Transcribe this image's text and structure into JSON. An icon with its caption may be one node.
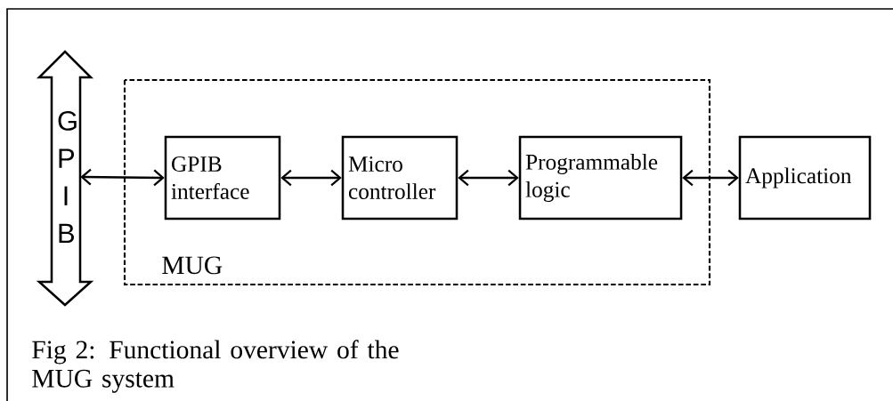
{
  "diagram": {
    "caption": "Fig 2: Functional overview of the MUG system",
    "nodes": [
      {
        "text": [
          "G P I B"
        ]
      },
      {
        "text": [
          "MUG"
        ]
      },
      {
        "text": [
          "GPIB interface"
        ],
        "in": 1
      },
      {
        "text": [
          "Micro controller"
        ],
        "in": 1
      },
      {
        "text": [
          "Programmable logic"
        ],
        "in": 1
      },
      {
        "text": [
          "Application"
        ]
      }
    ],
    "edges": [
      {
        "from": 0,
        "to": 2,
        "arrow": "both"
      },
      {
        "from": 2,
        "to": 3,
        "arrow": "both"
      },
      {
        "from": 3,
        "to": 4,
        "arrow": "both"
      },
      {
        "from": 4,
        "to": 5,
        "arrow": "both"
      }
    ]
  }
}
